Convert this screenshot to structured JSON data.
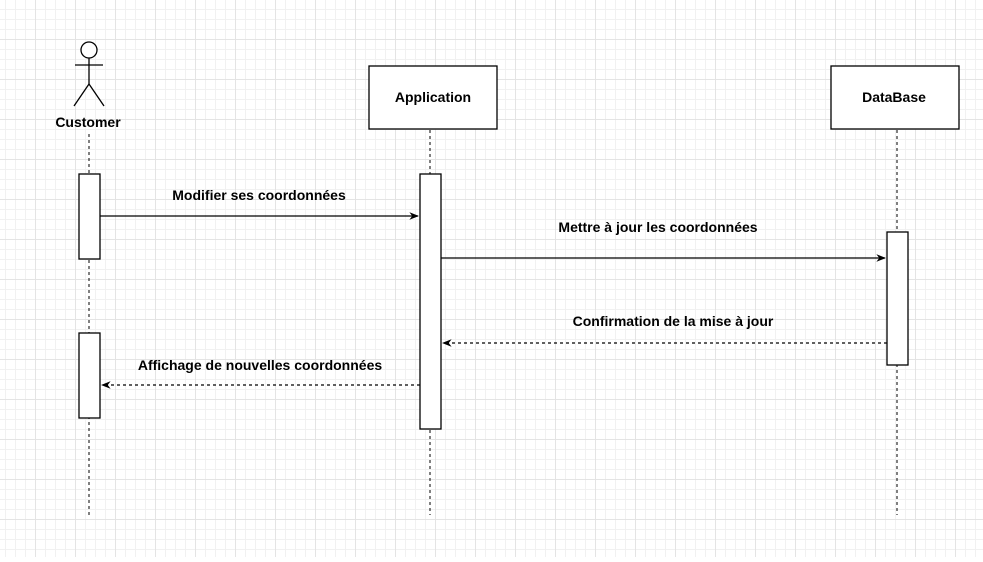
{
  "diagram": {
    "participants": [
      {
        "id": "customer",
        "name": "Customer",
        "kind": "actor"
      },
      {
        "id": "application",
        "name": "Application",
        "kind": "box"
      },
      {
        "id": "database",
        "name": "DataBase",
        "kind": "box"
      }
    ],
    "messages": [
      {
        "from": "customer",
        "to": "application",
        "label": "Modifier ses coordonnées",
        "style": "solid"
      },
      {
        "from": "application",
        "to": "database",
        "label": "Mettre à jour les coordonnées",
        "style": "solid"
      },
      {
        "from": "database",
        "to": "application",
        "label": "Confirmation de la mise à jour",
        "style": "dashed"
      },
      {
        "from": "application",
        "to": "customer",
        "label": "Affichage de nouvelles coordonnées",
        "style": "dashed"
      }
    ]
  }
}
